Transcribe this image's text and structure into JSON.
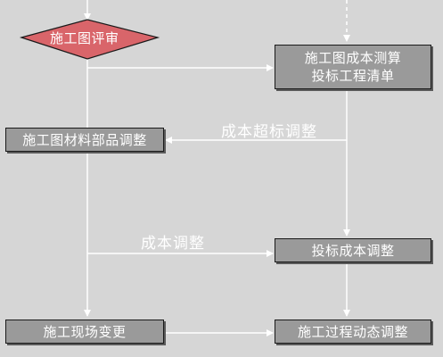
{
  "nodes": {
    "review": "施工图评审",
    "cost_estimate": [
      "施工图成本测算",
      "投标工程清单"
    ],
    "materials_adjust": "施工图材料部品调整",
    "bid_cost_adjust": "投标成本调整",
    "site_change": "施工现场变更",
    "process_adjust": "施工过程动态调整"
  },
  "edge_labels": {
    "over_budget": "成本超标调整",
    "cost_adjust": "成本调整"
  },
  "colors": {
    "diamond_fill": "#d9656a",
    "box_fill": "#9a9a9a",
    "line": "#ffffff",
    "background": "#d6d6d6"
  }
}
